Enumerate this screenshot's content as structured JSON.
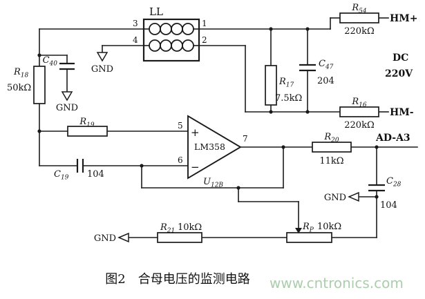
{
  "figure": {
    "caption": "图2　合母电压的监测电路",
    "watermark": "www.cntronics.com"
  },
  "labels": {
    "gnd": "GND",
    "dc_line1": "DC",
    "dc_line2": "220V",
    "hm_plus": "HM+",
    "hm_minus": "HM-",
    "ad_a3": "AD-A3"
  },
  "transformer": {
    "name": "LL",
    "pin1": "1",
    "pin2": "2",
    "pin3": "3",
    "pin4": "4"
  },
  "opamp": {
    "part": "LM358",
    "ref_letter": "U",
    "ref_sub": "12B",
    "pin_noninv": "5",
    "pin_inv": "6",
    "pin_out": "7",
    "plus": "+",
    "minus": "−"
  },
  "components": {
    "r54": {
      "letter": "R",
      "sub": "54",
      "value": "220kΩ"
    },
    "r18": {
      "letter": "R",
      "sub": "18",
      "value": "50kΩ"
    },
    "c40": {
      "letter": "C",
      "sub": "40"
    },
    "r17": {
      "letter": "R",
      "sub": "17",
      "value": "7.5kΩ"
    },
    "c47": {
      "letter": "C",
      "sub": "47",
      "value": "204"
    },
    "r16": {
      "letter": "R",
      "sub": "16",
      "value": "220kΩ"
    },
    "r19": {
      "letter": "R",
      "sub": "19"
    },
    "c19": {
      "letter": "C",
      "sub": "19",
      "value": "104"
    },
    "r20": {
      "letter": "R",
      "sub": "20",
      "value": "11kΩ"
    },
    "c28": {
      "letter": "C",
      "sub": "28",
      "value": "104"
    },
    "r21": {
      "letter": "R",
      "sub": "21",
      "value": "10kΩ"
    },
    "rp": {
      "letter": "R",
      "sub": "P",
      "value": "10kΩ"
    }
  },
  "colors": {
    "ink": "#1a1a1a",
    "watermark": "#a3c8a4",
    "background": "#ffffff"
  }
}
